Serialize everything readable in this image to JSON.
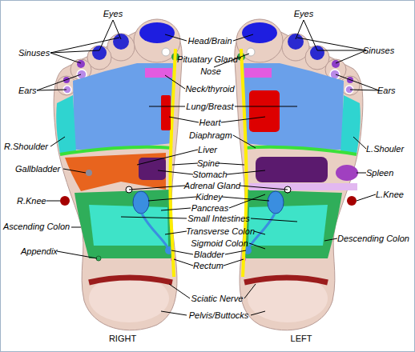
{
  "diagram": {
    "labels": [
      "Eyes",
      "Eyes",
      "Sinuses",
      "Head/Brain",
      "Pituatary Gland",
      "Sinuses",
      "Nose",
      "Ears",
      "Ears",
      "Neck/thyroid",
      "Lung/Breast",
      "Heart",
      "R.Shoulder",
      "Diaphragm",
      "L.Shouler",
      "Liver",
      "Gallbladder",
      "Spine",
      "Stomach",
      "Spleen",
      "Adrenal Gland",
      "Kidney",
      "R.Knee",
      "Pancreas",
      "L.Knee",
      "Small Intestines",
      "Ascending Colon",
      "Transverse Colon",
      "Sigmoid Colon",
      "Descending Colon",
      "Appendix",
      "Bladder",
      "Rectum",
      "Sciatic Nerve",
      "Pelvis/Buttocks",
      "RIGHT",
      "LEFT"
    ]
  }
}
